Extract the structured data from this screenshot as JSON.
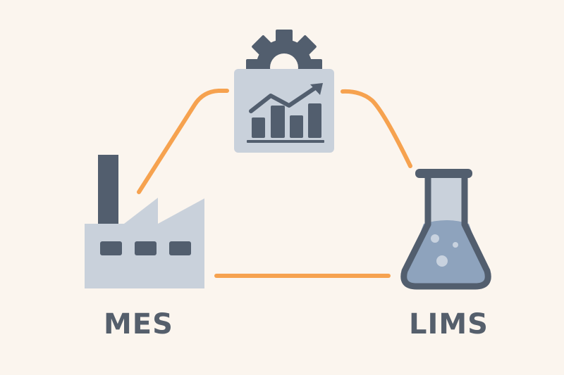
{
  "colors": {
    "background": "#fbf5ee",
    "connector": "#f6a24f",
    "icon_dark": "#525e6e",
    "icon_light": "#c9d1db",
    "liquid": "#8ea3bd",
    "bubble": "#c8d2df",
    "label": "#555f6c"
  },
  "nodes": {
    "mes": {
      "label": "MES",
      "icon": "factory-icon"
    },
    "lims": {
      "label": "LIMS",
      "icon": "flask-icon"
    },
    "analytics": {
      "icon": "gear-chart-icon"
    }
  },
  "connectors": [
    {
      "from": "mes",
      "to": "analytics"
    },
    {
      "from": "analytics",
      "to": "lims"
    },
    {
      "from": "mes",
      "to": "lims"
    }
  ]
}
